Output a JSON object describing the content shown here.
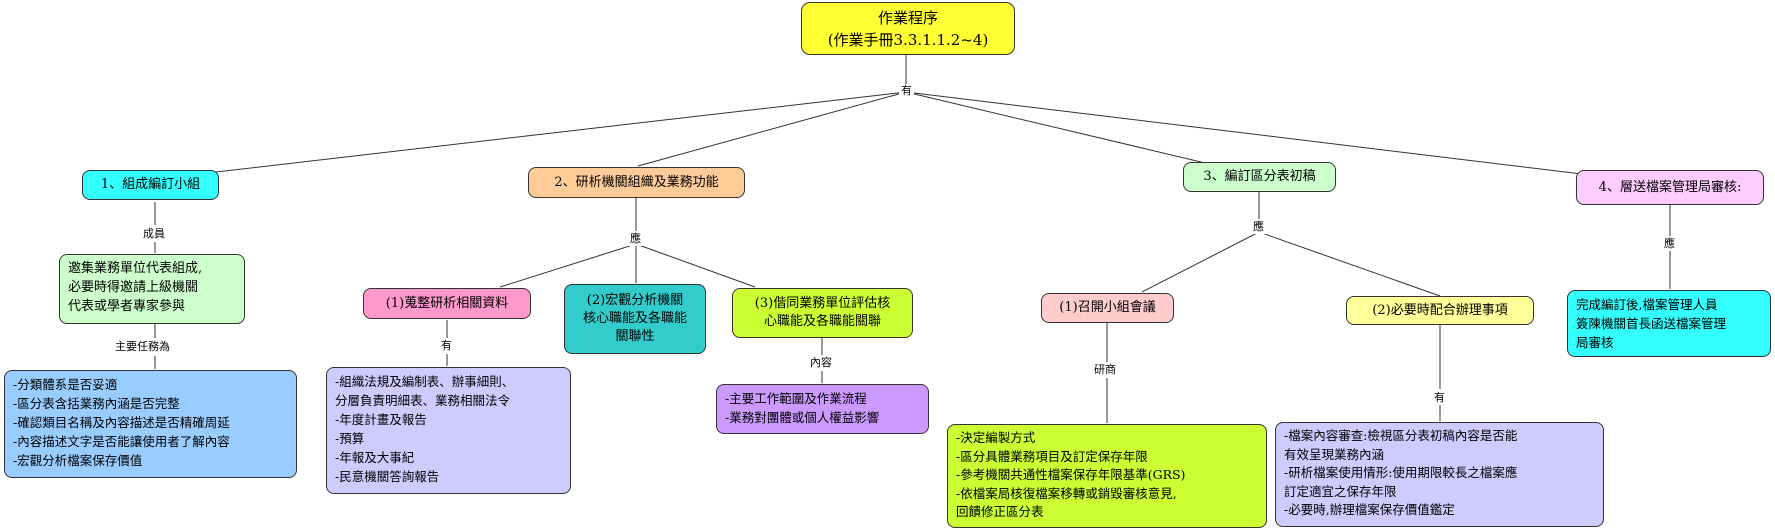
{
  "root": {
    "line1": "作業程序",
    "line2": "(作業手冊3.3.1.1.2~4)",
    "color": "#ffff33"
  },
  "root_link_label": "有",
  "b1": {
    "title": "1、組成編訂小組",
    "link1": "成員",
    "members": [
      "邀集業務單位代表組成,",
      "必要時得邀請上級機關",
      "代表或學者專家參與"
    ],
    "link2": "主要任務為",
    "tasks": [
      "-分類體系是否妥適",
      "-區分表含括業務內涵是否完整",
      "-確認類目名稱及內容描述是否精確周延",
      "-內容描述文字是否能讓使用者了解內容",
      "-宏觀分析檔案保存價值"
    ]
  },
  "b2": {
    "title": "2、研析機關組織及業務功能",
    "link": "應",
    "c1": {
      "title": "(1)蒐整研析相關資料",
      "link": "有",
      "items": [
        "-組織法規及編制表、辦事細則、",
        "分層負責明細表、業務相關法令",
        "-年度計畫及報告",
        "-預算",
        "-年報及大事紀",
        "-民意機關答詢報告"
      ]
    },
    "c2": {
      "lines": [
        "(2)宏觀分析機關",
        "核心職能及各職能",
        "關聯性"
      ]
    },
    "c3": {
      "lines": [
        "(3)偕同業務單位評估核",
        "心職能及各職能關聯"
      ],
      "link": "內容",
      "items": [
        "-主要工作範圍及作業流程",
        "-業務對團體或個人權益影響"
      ]
    }
  },
  "b3": {
    "title": "3、編訂區分表初稿",
    "link": "應",
    "c1": {
      "title": "(1)召開小組會議",
      "link": "研商",
      "items": [
        "-決定編製方式",
        "-區分具體業務項目及訂定保存年限",
        "-參考機關共通性檔案保存年限基準(GRS)",
        "-依檔案局核復檔案移轉或銷毀審核意見,",
        "回饋修正區分表"
      ]
    },
    "c2": {
      "title": "(2)必要時配合辦理事項",
      "link": "有",
      "items": [
        "-檔案內容審查:檢視區分表初稿內容是否能",
        "有效呈現業務內涵",
        "-研析檔案使用情形:使用期限較長之檔案應",
        "訂定適宜之保存年限",
        "-必要時,辦理檔案保存價值鑑定"
      ]
    }
  },
  "b4": {
    "title": "4、層送檔案管理局審核:",
    "link": "應",
    "lines": [
      "完成編訂後,檔案管理人員",
      "簽陳機關首長函送檔案管理",
      "局審核"
    ]
  },
  "colors": {
    "cyan": "#33ffff",
    "orange": "#ffcc99",
    "light_green": "#ccffcc",
    "pink": "#ffccff",
    "blue": "#99ccff",
    "lavender": "#ccccff",
    "rose": "#ff99cc",
    "teal": "#33cccc",
    "lime": "#ccff33",
    "purple": "#cc99ff",
    "salmon": "#ffcccc",
    "light_yellow": "#ffff99"
  }
}
